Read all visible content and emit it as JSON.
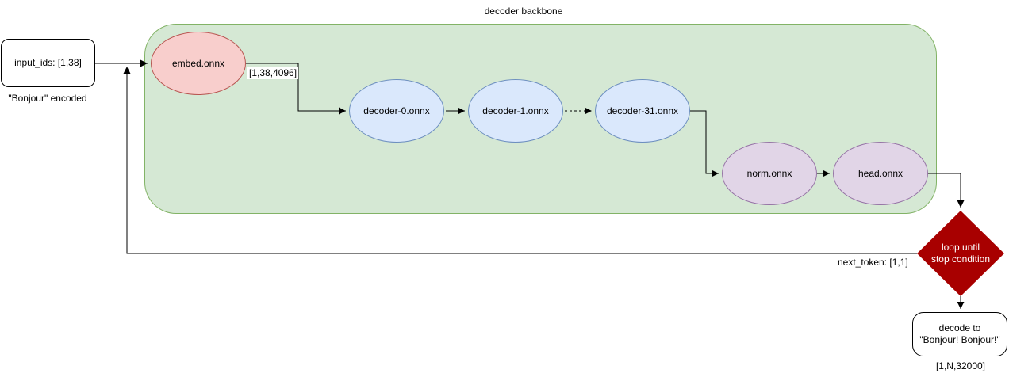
{
  "title": "decoder backbone",
  "nodes": {
    "input": {
      "label": "input_ids: [1,38]",
      "caption": "\"Bonjour\" encoded"
    },
    "embed": {
      "label": "embed.onnx"
    },
    "decoder0": {
      "label": "decoder-0.onnx"
    },
    "decoder1": {
      "label": "decoder-1.onnx"
    },
    "decoder31": {
      "label": "decoder-31.onnx"
    },
    "norm": {
      "label": "norm.onnx"
    },
    "head": {
      "label": "head.onnx"
    },
    "loop": {
      "line1": "loop until",
      "line2": "stop condition"
    },
    "decode": {
      "line1": "decode to",
      "line2": "\"Bonjour! Bonjour!\"",
      "caption": "[1,N,32000]"
    }
  },
  "edge_labels": {
    "embed_output": "[1,38,4096]",
    "next_token": "next_token: [1,1]"
  },
  "colors": {
    "canvas_bg": "#ffffff",
    "container_fill": "#d5e8d4",
    "container_stroke": "#82b366",
    "embed_fill": "#f8cecc",
    "embed_stroke": "#b85450",
    "decoder_fill": "#dae8fc",
    "decoder_stroke": "#6c8ebf",
    "norm_head_fill": "#e1d5e7",
    "norm_head_stroke": "#9673a6",
    "loop_fill": "#a80000",
    "loop_text": "#ffffff",
    "line": "#000000",
    "text": "#000000"
  }
}
